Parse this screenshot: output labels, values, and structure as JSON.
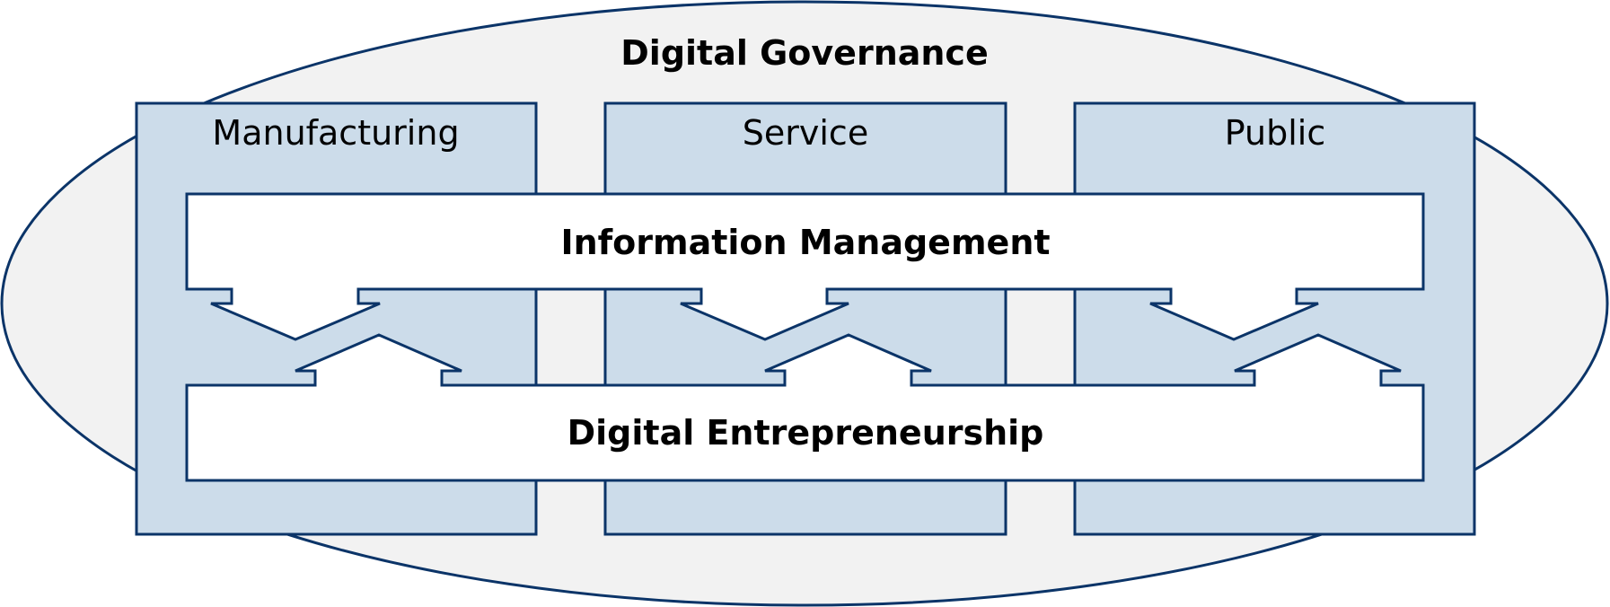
{
  "diagram": {
    "title": "Digital Governance",
    "sectors": [
      {
        "label": "Manufacturing"
      },
      {
        "label": "Service"
      },
      {
        "label": "Public"
      }
    ],
    "layers": {
      "top": "Information Management",
      "bottom": "Digital Entrepreneurship"
    },
    "colors": {
      "outline": "#0b3468",
      "ellipse_fill": "#f2f2f2",
      "sector_fill": "#ccdcea",
      "layer_fill": "#ffffff",
      "text": "#000000"
    }
  }
}
